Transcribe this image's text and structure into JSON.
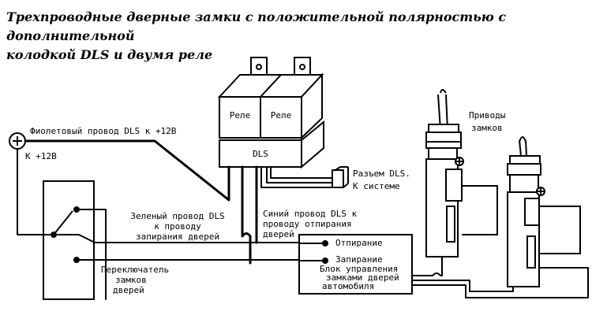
{
  "title": {
    "line1": "Трехпроводные дверные замки с положительной полярностью с дополнительной",
    "line2": "колодкой DLS и двумя реле"
  },
  "labels": {
    "relay1": "Реле",
    "relay2": "Реле",
    "dls": "DLS",
    "violet_wire": "Фиолетовый провод DLS к +12В",
    "plus12": "К +12В",
    "connector_line1": "Разъем DLS.",
    "connector_line2": "К системе",
    "actuators_line1": "Приводы",
    "actuators_line2": "замков",
    "green_line1": "Зеленый провод DLS",
    "green_line2": "к проводу",
    "green_line3": "запирания дверей",
    "blue_line1": "Синий провод DLS к",
    "blue_line2": "проводу отпирания",
    "blue_line3": "дверей",
    "unlock": "Отпирание",
    "lock": "Запирание",
    "module_line1": "Блок управления",
    "module_line2": "замками дверей",
    "module_line3": "автомобиля",
    "switch_line1": "Переключатель",
    "switch_line2": "замков",
    "switch_line3": "дверей"
  },
  "symbols": {
    "plus_sign": "+"
  }
}
